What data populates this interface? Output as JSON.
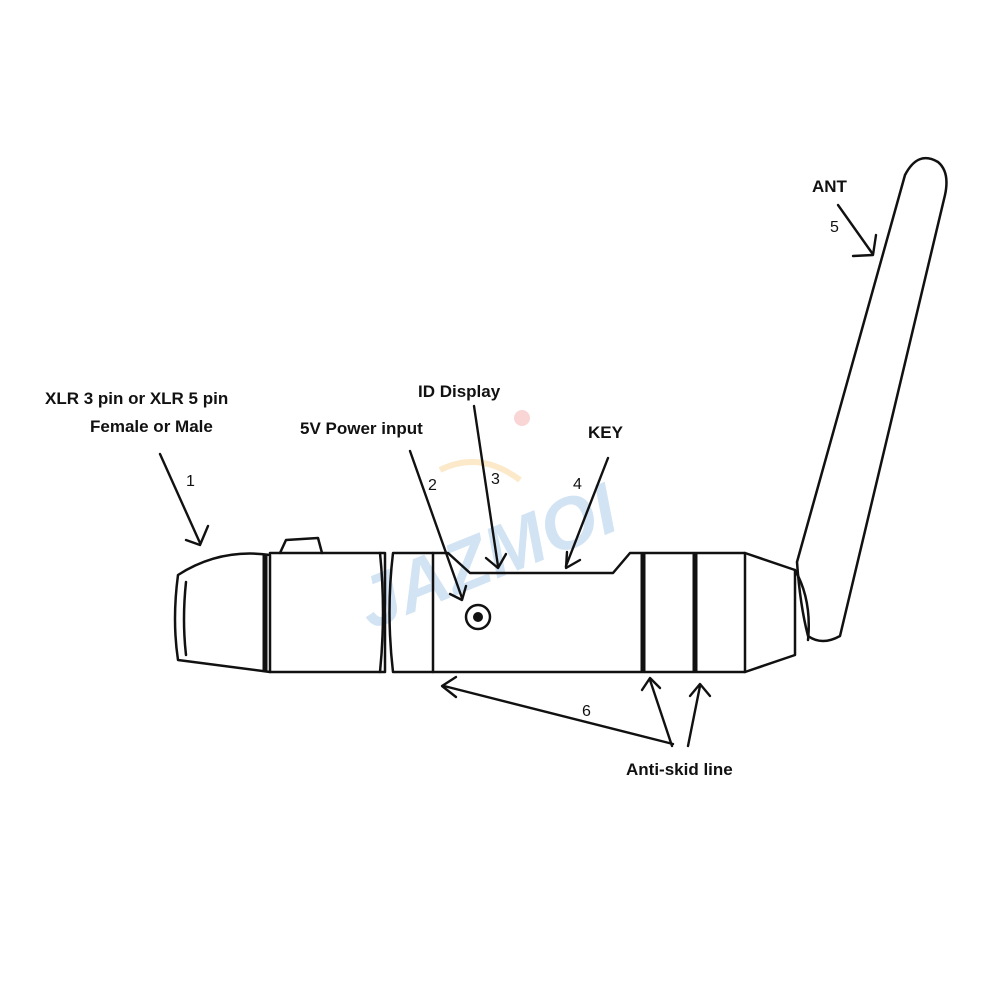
{
  "labels": {
    "xlr_line1": "XLR 3 pin or XLR 5 pin",
    "xlr_line2": "Female or Male",
    "power": "5V Power input",
    "id_display": "ID Display",
    "key": "KEY",
    "ant": "ANT",
    "anti_skid": "Anti-skid line"
  },
  "numbers": {
    "n1": "1",
    "n2": "2",
    "n3": "3",
    "n4": "4",
    "n5": "5",
    "n6": "6"
  },
  "watermark": {
    "text": "JAZMOI",
    "color": "#7fb2de"
  },
  "colors": {
    "line": "#111111",
    "background": "#ffffff"
  }
}
